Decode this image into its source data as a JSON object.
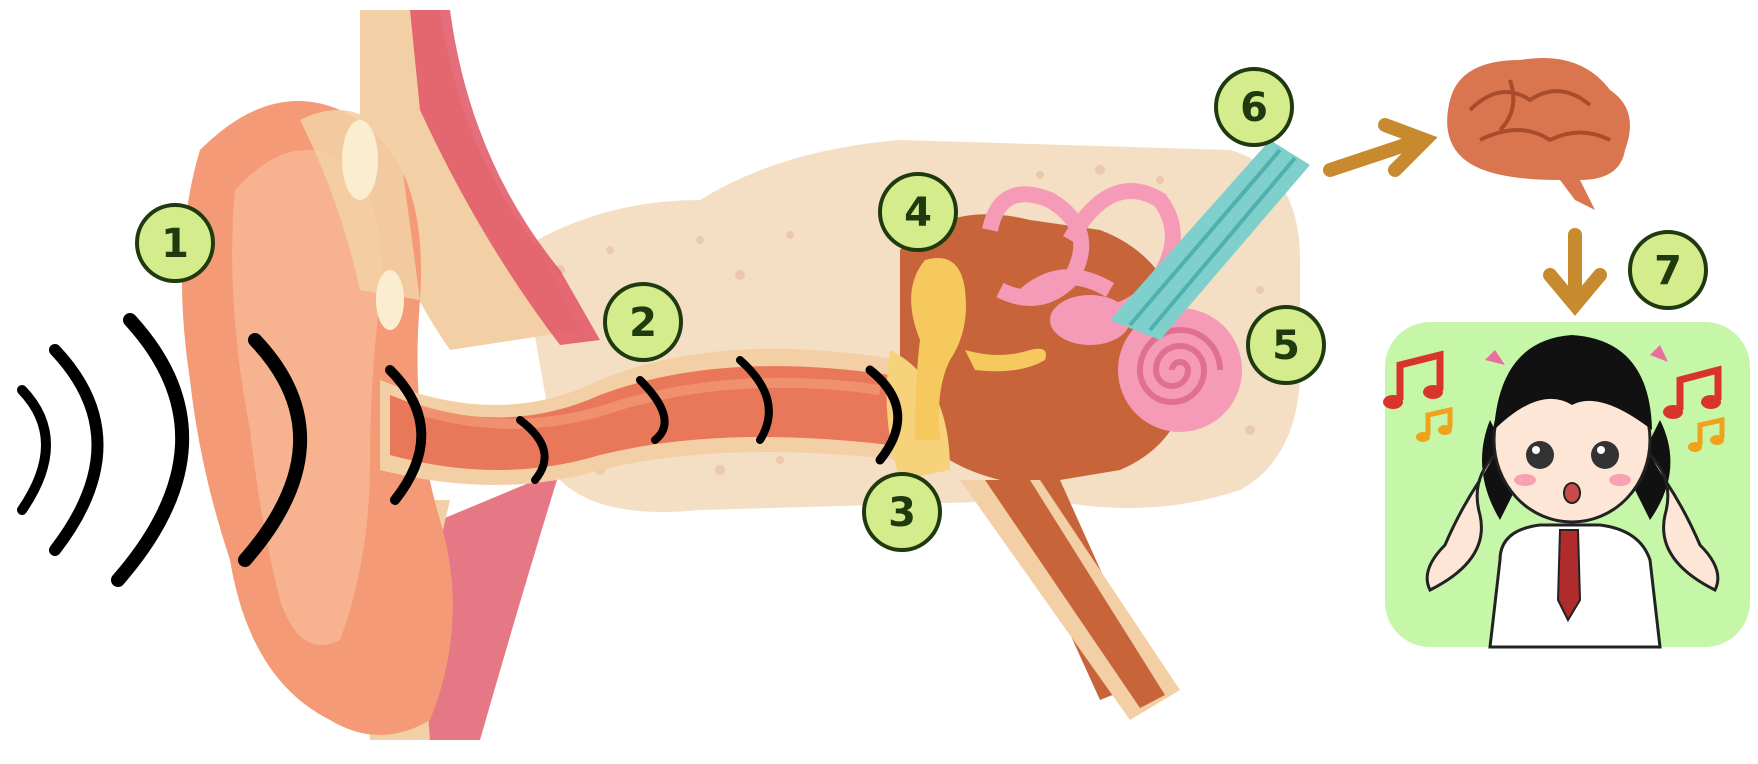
{
  "diagram": {
    "markers": [
      {
        "id": "1",
        "label": "1"
      },
      {
        "id": "2",
        "label": "2"
      },
      {
        "id": "3",
        "label": "3"
      },
      {
        "id": "4",
        "label": "4"
      },
      {
        "id": "5",
        "label": "5"
      },
      {
        "id": "6",
        "label": "6"
      },
      {
        "id": "7",
        "label": "7"
      }
    ],
    "colors": {
      "marker_fill": "#d4ec8c",
      "marker_stroke": "#1f3a0e",
      "skin": "#f49a76",
      "canal": "#e9785a",
      "bone": "#f5dfc4",
      "eardrum": "#f6d27a",
      "cochlea": "#f59bb8",
      "nerve": "#7fd0cc",
      "arrow": "#c88a2e",
      "brain": "#d9764f",
      "panel_bg": "#c6f7a8",
      "note_red": "#d9342b",
      "note_orange": "#f0a21b"
    }
  }
}
